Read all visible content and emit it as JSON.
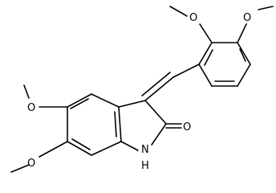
{
  "labels": {
    "o_23": "O",
    "ch3_23": "",
    "o_2": "O",
    "o_5": "O",
    "o_6": "O",
    "carbonyl_o": "O",
    "nh_h": "H",
    "nh_n": "N"
  },
  "colors": {
    "ink": "#000000",
    "background": "#ffffff"
  }
}
